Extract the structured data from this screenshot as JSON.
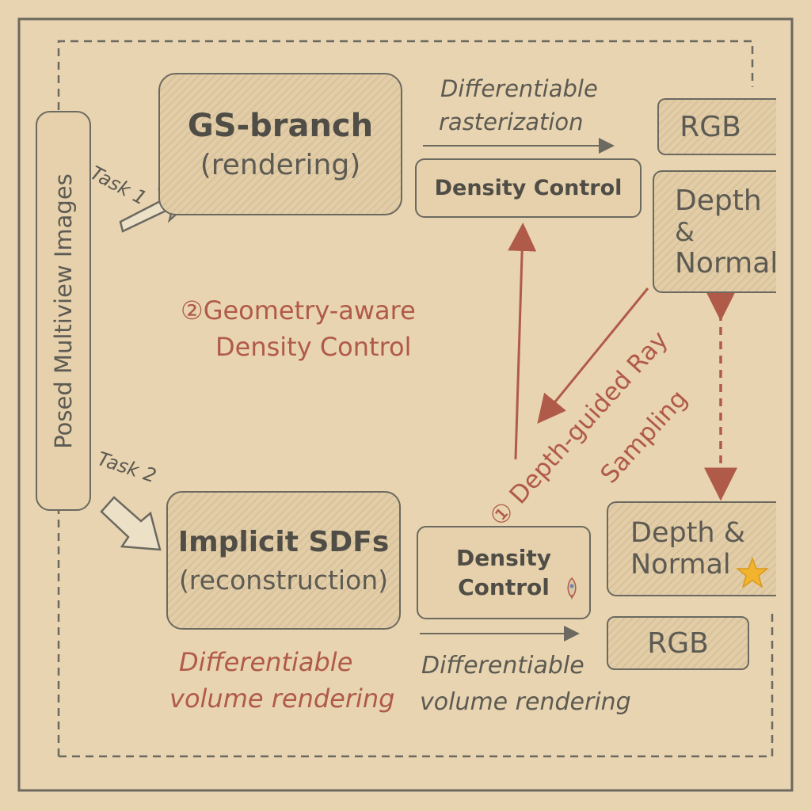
{
  "input": {
    "label": "Posed Multiview Images"
  },
  "tasks": {
    "task1": "Task 1",
    "task2": "Task 2"
  },
  "gs_branch": {
    "title": "GS-branch",
    "subtitle": "(rendering)"
  },
  "sdf_branch": {
    "title": "Implicit SDFs",
    "subtitle": "(reconstruction)"
  },
  "top_flow": {
    "label_line1": "Differentiable",
    "label_line2": "rasterization",
    "density_control": "Density Control"
  },
  "bottom_flow": {
    "density_control_line1": "Density",
    "density_control_line2": "Control",
    "label_line1": "Differentiable",
    "label_line2": "volume rendering"
  },
  "outputs": {
    "rgb_top": "RGB",
    "depth_normal_top_line1": "Depth",
    "depth_normal_top_line2": "&",
    "depth_normal_top_line3": "Normal",
    "depth_normal_bottom_line1": "Depth &",
    "depth_normal_bottom_line2": "Normal",
    "rgb_bottom": "RGB"
  },
  "annotations": {
    "geometry_aware_line1": "②Geometry-aware",
    "geometry_aware_line2": "Density Control",
    "depth_guided_line1": "① Depth-guided Ray",
    "depth_guided_line2": "Sampling",
    "volume_rendering_line1": "Differentiable",
    "volume_rendering_line2": "volume rendering"
  },
  "colors": {
    "background": "#e8d4b0",
    "ink": "#5c5a52",
    "accent_red": "#b05a4a",
    "star": "#f2b42e"
  }
}
